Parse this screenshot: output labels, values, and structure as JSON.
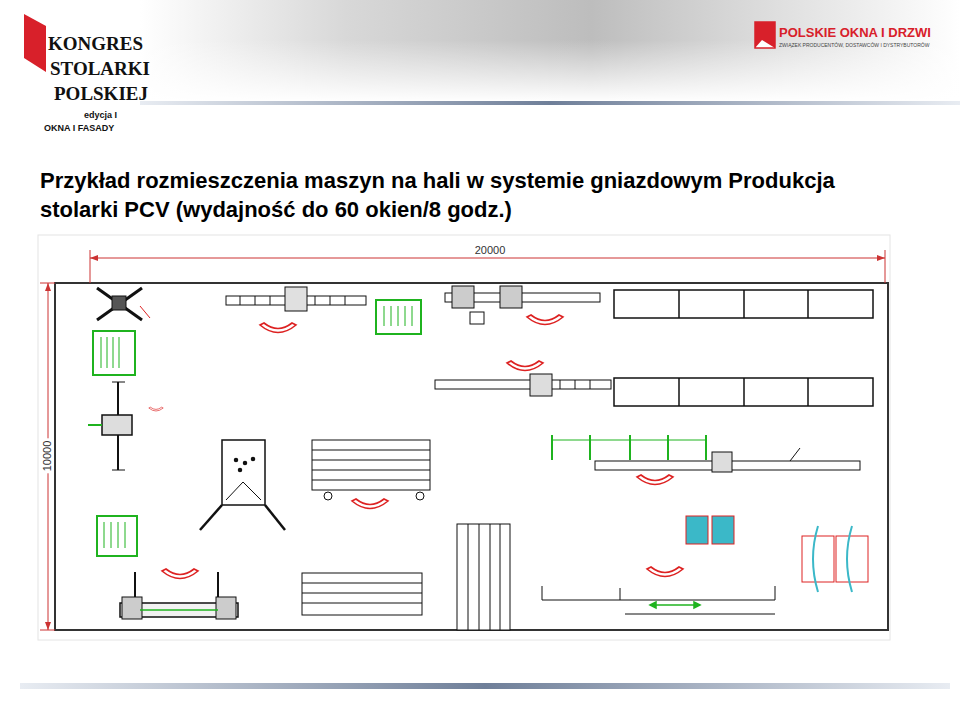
{
  "diagram": {
    "title": "Przykład rozmieszczenia maszyn na hali w systemie gniazdowym Produkcja stolarki PCV (wydajność do 60 okien/8 godz.)",
    "labels": [
      "KONGRES",
      "STOLARKI",
      "POLSKIEJ",
      "edycja I",
      "OKNA I FASADY",
      "POLSKIE OKNA I DRZWI",
      "ZWIĄZEK PRODUCENTÓW, DOSTAWCÓW I DYSTRYBUTORÓW",
      "20000",
      "10000"
    ]
  }
}
